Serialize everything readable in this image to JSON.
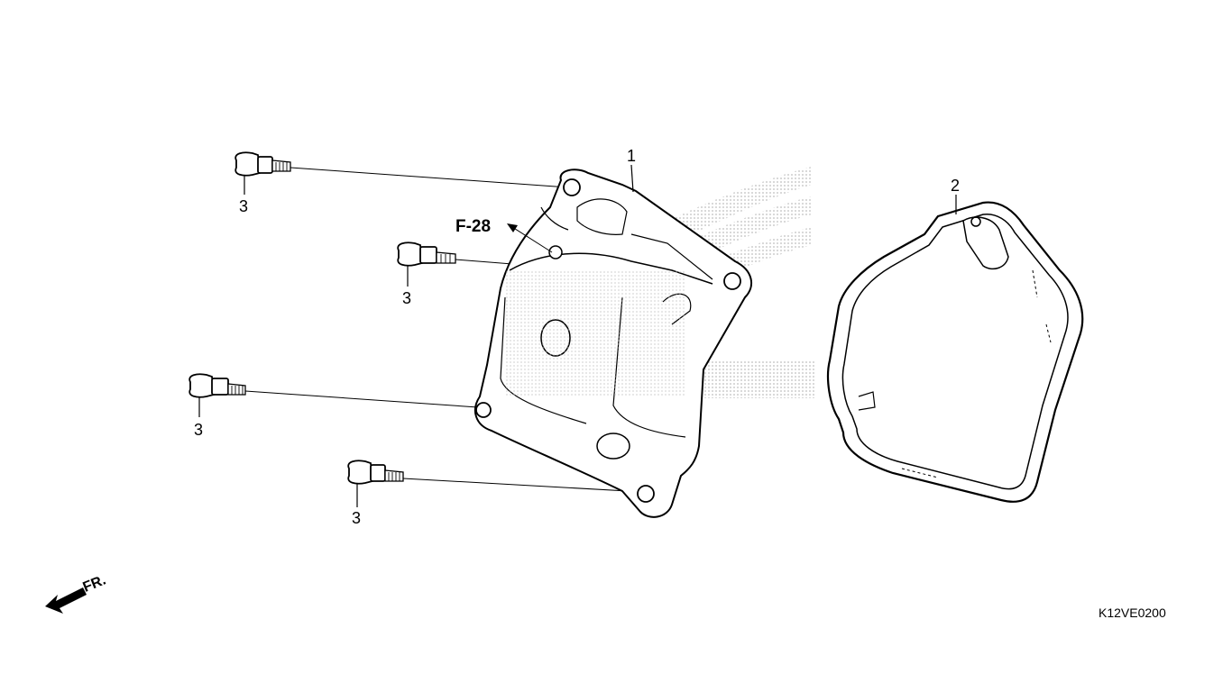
{
  "diagram": {
    "labels": {
      "cover": "1",
      "gasket": "2",
      "bolt_a": "3",
      "bolt_b": "3",
      "bolt_c": "3",
      "bolt_d": "3"
    },
    "reference": "F-28",
    "direction": "FR.",
    "code": "K12VE0200",
    "colors": {
      "line": "#000000",
      "background": "#ffffff",
      "watermark": "#c8c8c8"
    }
  }
}
